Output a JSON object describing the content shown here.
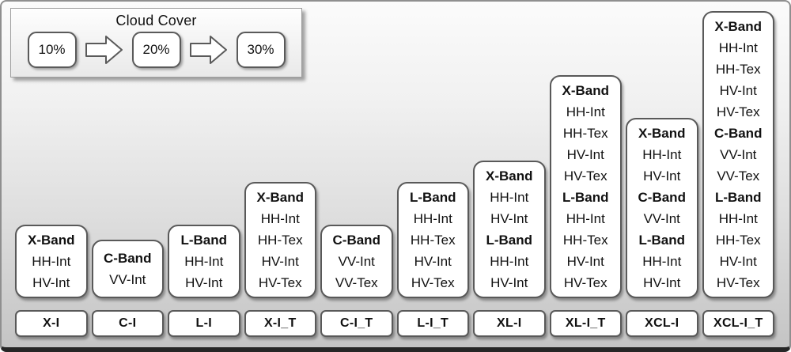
{
  "legend": {
    "title": "Cloud Cover",
    "steps": [
      {
        "value": "10%"
      },
      {
        "value": "20%"
      },
      {
        "value": "30%"
      }
    ],
    "arrow_icon": "arrow-right-icon"
  },
  "columns": [
    {
      "label": "X-I",
      "lines": [
        {
          "text": "X-Band",
          "bold": true
        },
        {
          "text": "HH-Int",
          "bold": false
        },
        {
          "text": "HV-Int",
          "bold": false
        }
      ]
    },
    {
      "label": "C-I",
      "lines": [
        {
          "text": "C-Band",
          "bold": true
        },
        {
          "text": "VV-Int",
          "bold": false
        }
      ]
    },
    {
      "label": "L-I",
      "lines": [
        {
          "text": "L-Band",
          "bold": true
        },
        {
          "text": "HH-Int",
          "bold": false
        },
        {
          "text": "HV-Int",
          "bold": false
        }
      ]
    },
    {
      "label": "X-I_T",
      "lines": [
        {
          "text": "X-Band",
          "bold": true
        },
        {
          "text": "HH-Int",
          "bold": false
        },
        {
          "text": "HH-Tex",
          "bold": false
        },
        {
          "text": "HV-Int",
          "bold": false
        },
        {
          "text": "HV-Tex",
          "bold": false
        }
      ]
    },
    {
      "label": "C-I_T",
      "lines": [
        {
          "text": "C-Band",
          "bold": true
        },
        {
          "text": "VV-Int",
          "bold": false
        },
        {
          "text": "VV-Tex",
          "bold": false
        }
      ]
    },
    {
      "label": "L-I_T",
      "lines": [
        {
          "text": "L-Band",
          "bold": true
        },
        {
          "text": "HH-Int",
          "bold": false
        },
        {
          "text": "HH-Tex",
          "bold": false
        },
        {
          "text": "HV-Int",
          "bold": false
        },
        {
          "text": "HV-Tex",
          "bold": false
        }
      ]
    },
    {
      "label": "XL-I",
      "lines": [
        {
          "text": "X-Band",
          "bold": true
        },
        {
          "text": "HH-Int",
          "bold": false
        },
        {
          "text": "HV-Int",
          "bold": false
        },
        {
          "text": "L-Band",
          "bold": true
        },
        {
          "text": "HH-Int",
          "bold": false
        },
        {
          "text": "HV-Int",
          "bold": false
        }
      ]
    },
    {
      "label": "XL-I_T",
      "lines": [
        {
          "text": "X-Band",
          "bold": true
        },
        {
          "text": "HH-Int",
          "bold": false
        },
        {
          "text": "HH-Tex",
          "bold": false
        },
        {
          "text": "HV-Int",
          "bold": false
        },
        {
          "text": "HV-Tex",
          "bold": false
        },
        {
          "text": "L-Band",
          "bold": true
        },
        {
          "text": "HH-Int",
          "bold": false
        },
        {
          "text": "HH-Tex",
          "bold": false
        },
        {
          "text": "HV-Int",
          "bold": false
        },
        {
          "text": "HV-Tex",
          "bold": false
        }
      ]
    },
    {
      "label": "XCL-I",
      "lines": [
        {
          "text": "X-Band",
          "bold": true
        },
        {
          "text": "HH-Int",
          "bold": false
        },
        {
          "text": "HV-Int",
          "bold": false
        },
        {
          "text": "C-Band",
          "bold": true
        },
        {
          "text": "VV-Int",
          "bold": false
        },
        {
          "text": "L-Band",
          "bold": true
        },
        {
          "text": "HH-Int",
          "bold": false
        },
        {
          "text": "HV-Int",
          "bold": false
        }
      ]
    },
    {
      "label": "XCL-I_T",
      "lines": [
        {
          "text": "X-Band",
          "bold": true
        },
        {
          "text": "HH-Int",
          "bold": false
        },
        {
          "text": "HH-Tex",
          "bold": false
        },
        {
          "text": "HV-Int",
          "bold": false
        },
        {
          "text": "HV-Tex",
          "bold": false
        },
        {
          "text": "C-Band",
          "bold": true
        },
        {
          "text": "VV-Int",
          "bold": false
        },
        {
          "text": "VV-Tex",
          "bold": false
        },
        {
          "text": "L-Band",
          "bold": true
        },
        {
          "text": "HH-Int",
          "bold": false
        },
        {
          "text": "HH-Tex",
          "bold": false
        },
        {
          "text": "HV-Int",
          "bold": false
        },
        {
          "text": "HV-Tex",
          "bold": false
        }
      ]
    }
  ],
  "colors": {
    "box_fill": "#ffffff",
    "box_border": "#595959",
    "frame_border": "#8f8f8f",
    "frame_bottom": "#262626",
    "background_top": "#fbfbfb",
    "background_bottom": "#c4c4c4",
    "text": "#111111"
  }
}
